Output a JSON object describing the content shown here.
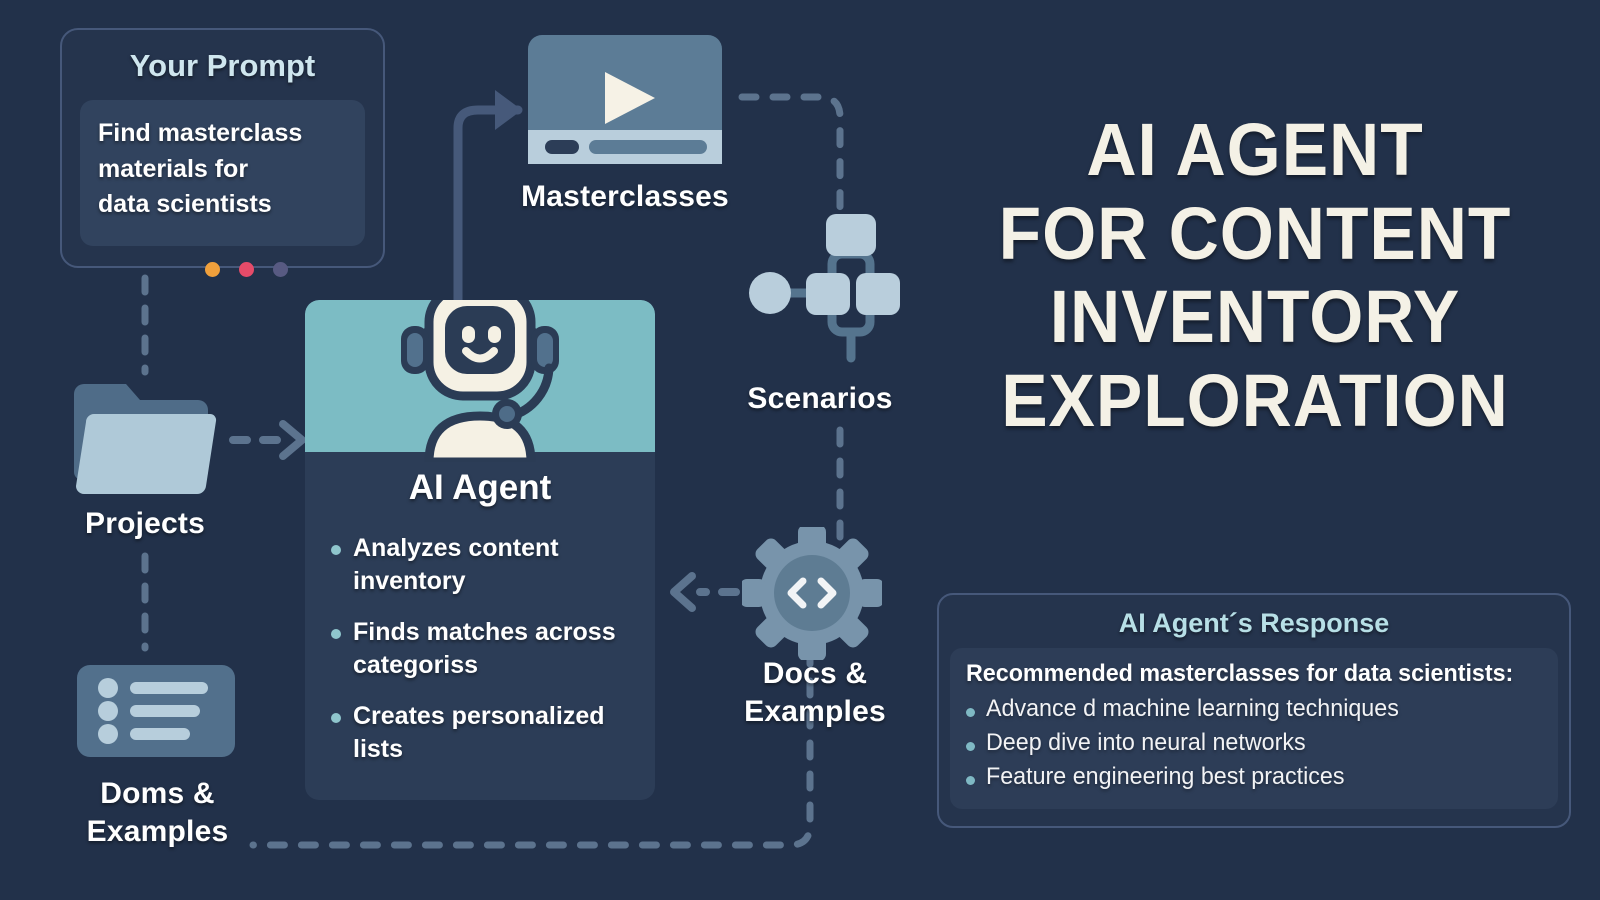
{
  "theme": {
    "background": "#22314A",
    "card_bg": "#25344D",
    "card_border": "#46587A",
    "agent_card_bg": "#2C3D57",
    "agent_header_teal": "#7CBCC4",
    "title_cream": "#F4F1E6",
    "heading_blue": "#CFE6EE",
    "icon_light": "#B9CEDC",
    "icon_mid": "#6E8CA5",
    "connector": "#5C7governing"
  },
  "prompt_card": {
    "title": "Your Prompt",
    "text": "Find masterclass\nmaterials for\ndata scientists",
    "dots": [
      {
        "name": "dot-orange",
        "color": "#F0A03C"
      },
      {
        "name": "dot-pink",
        "color": "#E54B69"
      },
      {
        "name": "dot-purple",
        "color": "#585A82"
      }
    ]
  },
  "agent_card": {
    "name": "AI Agent",
    "bullets": [
      "Analyzes content inventory",
      "Finds matches across categoriss",
      "Creates personalized lists"
    ]
  },
  "nodes": [
    {
      "id": "masterclasses",
      "label": "Masterclasses",
      "icon": "video-player-icon"
    },
    {
      "id": "scenarios",
      "label": "Scenarios",
      "icon": "node-graph-icon"
    },
    {
      "id": "docs-examples",
      "label": "Docs &\nExamples",
      "icon": "gear-code-icon"
    },
    {
      "id": "projects",
      "label": "Projects",
      "icon": "folder-icon"
    },
    {
      "id": "doms-examples",
      "label": "Doms &\nExamples",
      "icon": "list-icon"
    }
  ],
  "title": {
    "lines": [
      "AI AGENT",
      "FOR CONTENT",
      "INVENTORY",
      "EXPLORATION"
    ]
  },
  "response_card": {
    "title": "AI Agent´s Response",
    "heading": "Recommended masterclasses for data scientists:",
    "items": [
      "Advance d machine learning techniques",
      "Deep dive into neural networks",
      "Feature engineering best practices"
    ]
  }
}
